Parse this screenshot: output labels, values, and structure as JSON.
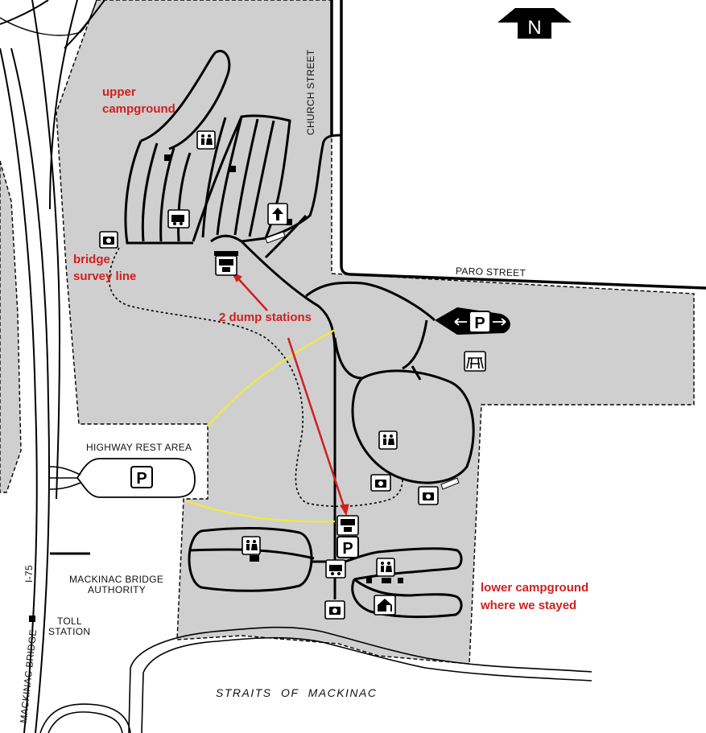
{
  "map": {
    "north_label": "N",
    "roads": {
      "church_street": "CHURCH STREET",
      "paro_street": "PARO STREET",
      "i75": "I-75",
      "mackinac_bridge": "MACKINAC BRIDGE"
    },
    "places": {
      "highway_rest_area": "HIGHWAY REST AREA",
      "bridge_authority_line1": "MACKINAC BRIDGE",
      "bridge_authority_line2": "AUTHORITY",
      "toll_line1": "TOLL",
      "toll_line2": "STATION",
      "straits": "STRAITS OF MACKINAC"
    },
    "annotations": {
      "upper_line1": "upper",
      "upper_line2": "campground",
      "bridge_line1": "bridge",
      "bridge_line2": "survey line",
      "dump_stations": "2 dump stations",
      "lower_line1": "lower campground",
      "lower_line2": "where we stayed"
    },
    "parking_letter": "P",
    "colors": {
      "park_fill": "#cfcfcf",
      "road_stroke": "#000000",
      "annotation_red": "#d01f1f",
      "survey_yellow": "#f2ea3a"
    },
    "icons": [
      "restroom-icon",
      "camera-icon",
      "rv-icon",
      "dump-station-icon",
      "parking-icon",
      "picnic-table-icon",
      "ranger-station-icon",
      "camp-office-icon",
      "north-arrow-icon"
    ]
  }
}
